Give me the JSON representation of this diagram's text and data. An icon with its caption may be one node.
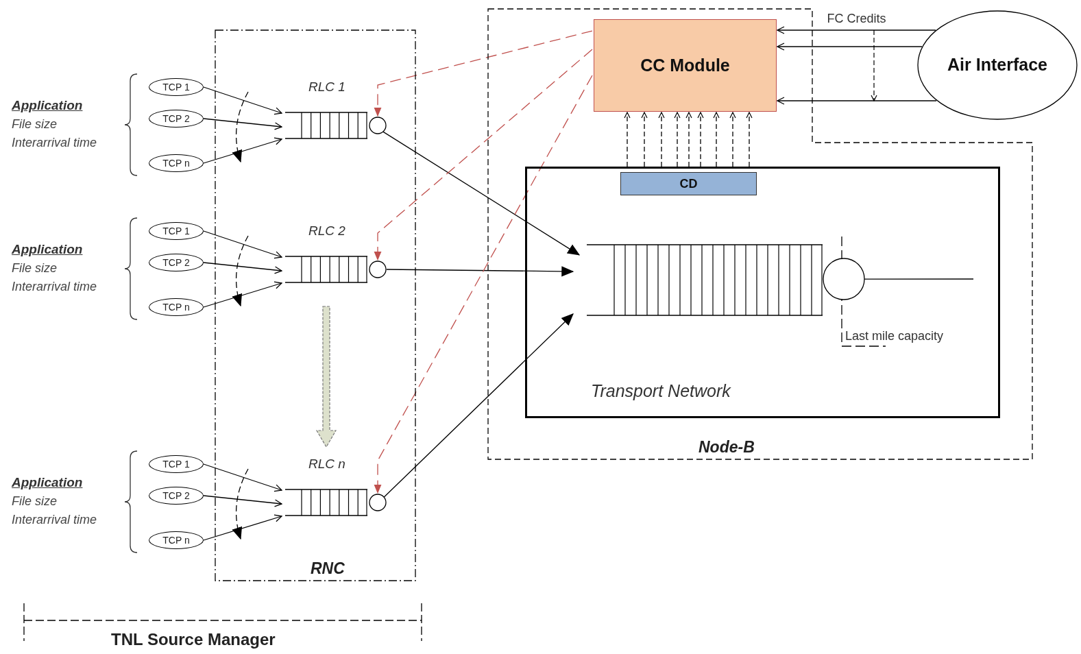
{
  "diagram": {
    "nodes": [
      {
        "text": [
          "RNC"
        ]
      },
      {
        "text": [
          "Node-B"
        ]
      },
      {
        "text": [
          "CC Module"
        ],
        "in": 1
      },
      {
        "text": [
          "Air Interface"
        ]
      },
      {
        "text": [
          "Transport Network"
        ],
        "in": 1
      },
      {
        "text": [
          "CD"
        ],
        "in": 4
      },
      {
        "text": [],
        "shape": "box",
        "in": 4
      },
      {
        "text": [],
        "shape": "circle",
        "in": 4
      },
      {
        "text": [
          "TCP 1"
        ]
      },
      {
        "text": [
          "TCP 2"
        ]
      },
      {
        "text": [
          "TCP n"
        ]
      },
      {
        "text": [
          "RLC 1"
        ],
        "in": 0
      },
      {
        "text": [],
        "shape": "circle",
        "in": 0
      },
      {
        "text": [
          "TCP 1"
        ]
      },
      {
        "text": [
          "TCP 2"
        ]
      },
      {
        "text": [
          "TCP n"
        ]
      },
      {
        "text": [
          "RLC 2"
        ],
        "in": 0
      },
      {
        "text": [],
        "shape": "circle",
        "in": 0
      },
      {
        "text": [
          "TCP 1"
        ]
      },
      {
        "text": [
          "TCP 2"
        ]
      },
      {
        "text": [
          "TCP n"
        ]
      },
      {
        "text": [
          "RLC n"
        ],
        "in": 0
      },
      {
        "text": [],
        "shape": "circle",
        "in": 0
      }
    ],
    "edges": [
      {
        "from": 8,
        "to": 11,
        "arrow": "to"
      },
      {
        "from": 9,
        "to": 11,
        "arrow": "to"
      },
      {
        "from": 10,
        "to": 11,
        "arrow": "to"
      },
      {
        "from": 13,
        "to": 16,
        "arrow": "to"
      },
      {
        "from": 14,
        "to": 16,
        "arrow": "to"
      },
      {
        "from": 15,
        "to": 16,
        "arrow": "to"
      },
      {
        "from": 18,
        "to": 21,
        "arrow": "to"
      },
      {
        "from": 19,
        "to": 21,
        "arrow": "to"
      },
      {
        "from": 20,
        "to": 21,
        "arrow": "to"
      },
      {
        "from": 12,
        "to": 6,
        "arrow": "to"
      },
      {
        "from": 17,
        "to": 6,
        "arrow": "to"
      },
      {
        "from": 22,
        "to": 6,
        "arrow": "to"
      },
      {
        "from": 2,
        "to": 12,
        "arrow": "to",
        "style": "dashed",
        "color": "#c0504d"
      },
      {
        "from": 2,
        "to": 17,
        "arrow": "to",
        "style": "dashed",
        "color": "#c0504d"
      },
      {
        "from": 2,
        "to": 22,
        "arrow": "to",
        "style": "dashed",
        "color": "#c0504d"
      },
      {
        "from": 5,
        "to": 2,
        "arrow": "to",
        "style": "dashed"
      },
      {
        "from": 5,
        "to": 2,
        "arrow": "to",
        "style": "dashed"
      },
      {
        "from": 5,
        "to": 2,
        "arrow": "to",
        "style": "dashed"
      },
      {
        "from": 5,
        "to": 2,
        "arrow": "to",
        "style": "dashed"
      },
      {
        "from": 5,
        "to": 2,
        "arrow": "to",
        "style": "dashed"
      },
      {
        "from": 5,
        "to": 2,
        "arrow": "to",
        "style": "dashed"
      },
      {
        "from": 5,
        "to": 2,
        "arrow": "to",
        "style": "dashed"
      },
      {
        "from": 5,
        "to": 2,
        "arrow": "to",
        "style": "dashed"
      },
      {
        "from": 5,
        "to": 2,
        "arrow": "to",
        "style": "dashed"
      },
      {
        "from": 3,
        "to": 2,
        "arrow": "to",
        "label": "FC Credits"
      },
      {
        "from": 3,
        "to": 2,
        "arrow": "to"
      },
      {
        "from": 3,
        "to": 2,
        "arrow": "to"
      },
      {
        "from": 7,
        "to": null,
        "arrow": "none"
      }
    ],
    "labels": [
      "Application",
      "File size",
      "Interarrival time",
      "Application",
      "File size",
      "Interarrival time",
      "Application",
      "File size",
      "Interarrival time",
      "Last mile capacity",
      "TNL Source Manager"
    ]
  }
}
